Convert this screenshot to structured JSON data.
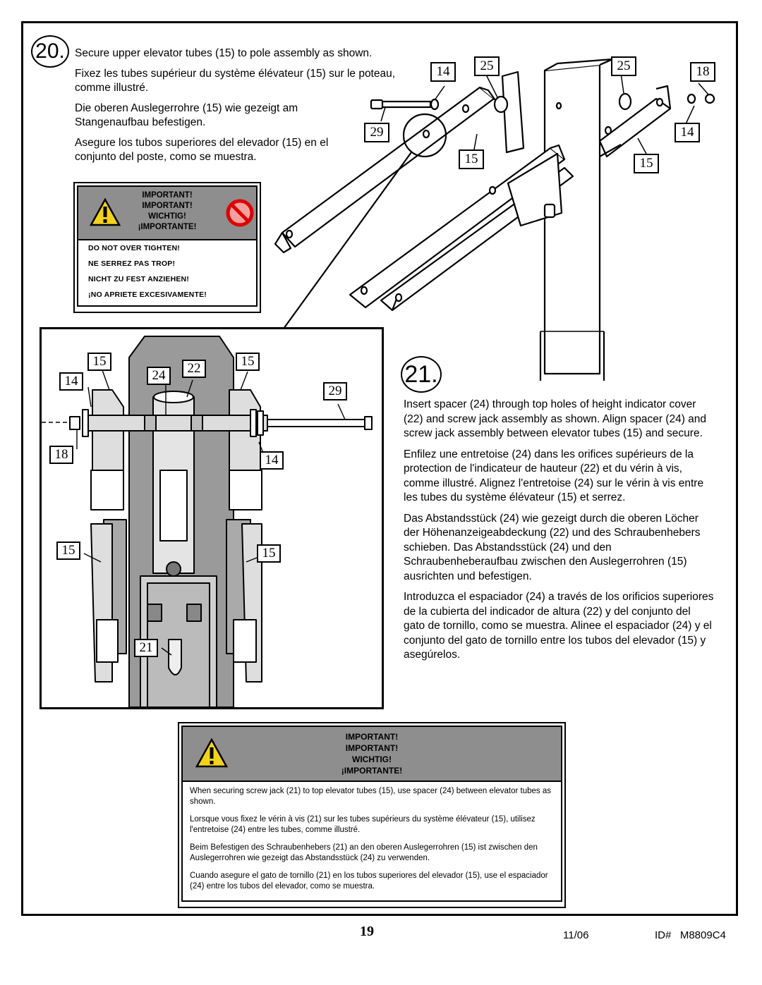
{
  "step20": {
    "number": "20.",
    "en": "Secure upper elevator tubes (15) to pole assembly as shown.",
    "fr": "Fixez les tubes supérieur du système élévateur (15) sur le poteau, comme illustré.",
    "de": "Die oberen Auslegerrohre (15) wie gezeigt am Stangenaufbau befestigen.",
    "es": "Asegure los tubos superiores del elevador (15) en el conjunto del poste, como se muestra."
  },
  "warning1": {
    "heading": [
      "IMPORTANT!",
      "IMPORTANT!",
      "WICHTIG!",
      "¡IMPORTANTE!"
    ],
    "lines": [
      "DO NOT OVER TIGHTEN!",
      "NE SERREZ PAS TROP!",
      "NICHT ZU FEST ANZIEHEN!",
      "¡NO APRIETE EXCESIVAMENTE!"
    ]
  },
  "callouts_top": {
    "c14a": "14",
    "c25a": "25",
    "c25b": "25",
    "c18": "18",
    "c29": "29",
    "c14b": "14",
    "c15a": "15",
    "c15b": "15"
  },
  "callouts_detail": {
    "c15a": "15",
    "c15b": "15",
    "c14a": "14",
    "c24": "24",
    "c22": "22",
    "c29": "29",
    "c18": "18",
    "c14b": "14",
    "c15c": "15",
    "c15d": "15",
    "c21": "21"
  },
  "step21": {
    "number": "21.",
    "en": "Insert spacer (24) through top holes of height indicator cover (22) and screw jack assembly as shown.  Align spacer (24) and screw jack assembly between elevator tubes (15) and secure.",
    "fr": "Enfilez une entretoise (24) dans les orifices supérieurs de la protection de l'indicateur de hauteur (22) et du vérin à vis, comme illustré. Alignez l'entretoise (24) sur le vérin à vis entre les tubes du système élévateur (15) et serrez.",
    "de": "Das Abstandsstück (24) wie gezeigt durch die oberen Löcher der Höhenanzeigeabdeckung (22) und des Schraubenhebers schieben. Das Abstandsstück (24) und den Schraubenheberaufbau zwischen den Auslegerrohren (15) ausrichten und befestigen.",
    "es": "Introduzca el espaciador (24) a través de los orificios superiores de la cubierta del indicador de altura (22) y del conjunto del gato de tornillo, como se muestra. Alinee el espaciador (24) y el conjunto del gato de tornillo entre los tubos del elevador (15) y asegúrelos."
  },
  "warning2": {
    "heading": [
      "IMPORTANT!",
      "IMPORTANT!",
      "WICHTIG!",
      "¡IMPORTANTE!"
    ],
    "en": "When securing screw jack (21) to top elevator tubes (15), use spacer (24) between elevator tubes as shown.",
    "fr": "Lorsque vous fixez le vérin à vis (21) sur les tubes supérieurs du système élévateur (15), utilisez l'entretoise (24) entre les tubes, comme illustré.",
    "de": "Beim Befestigen des Schraubenhebers (21) an den oberen Auslegerrohren (15) ist zwischen den Auslegerrohren wie gezeigt das Abstandsstück (24) zu verwenden.",
    "es": "Cuando asegure el gato de tornillo (21) en los tubos superiores del elevador (15), use el espaciador (24) entre los tubos del elevador, como se muestra."
  },
  "footer": {
    "page": "19",
    "date": "11/06",
    "id": "ID#   M8809C4"
  },
  "icons": {
    "warning": "warning-triangle-icon",
    "prohibit": "prohibition-icon"
  }
}
